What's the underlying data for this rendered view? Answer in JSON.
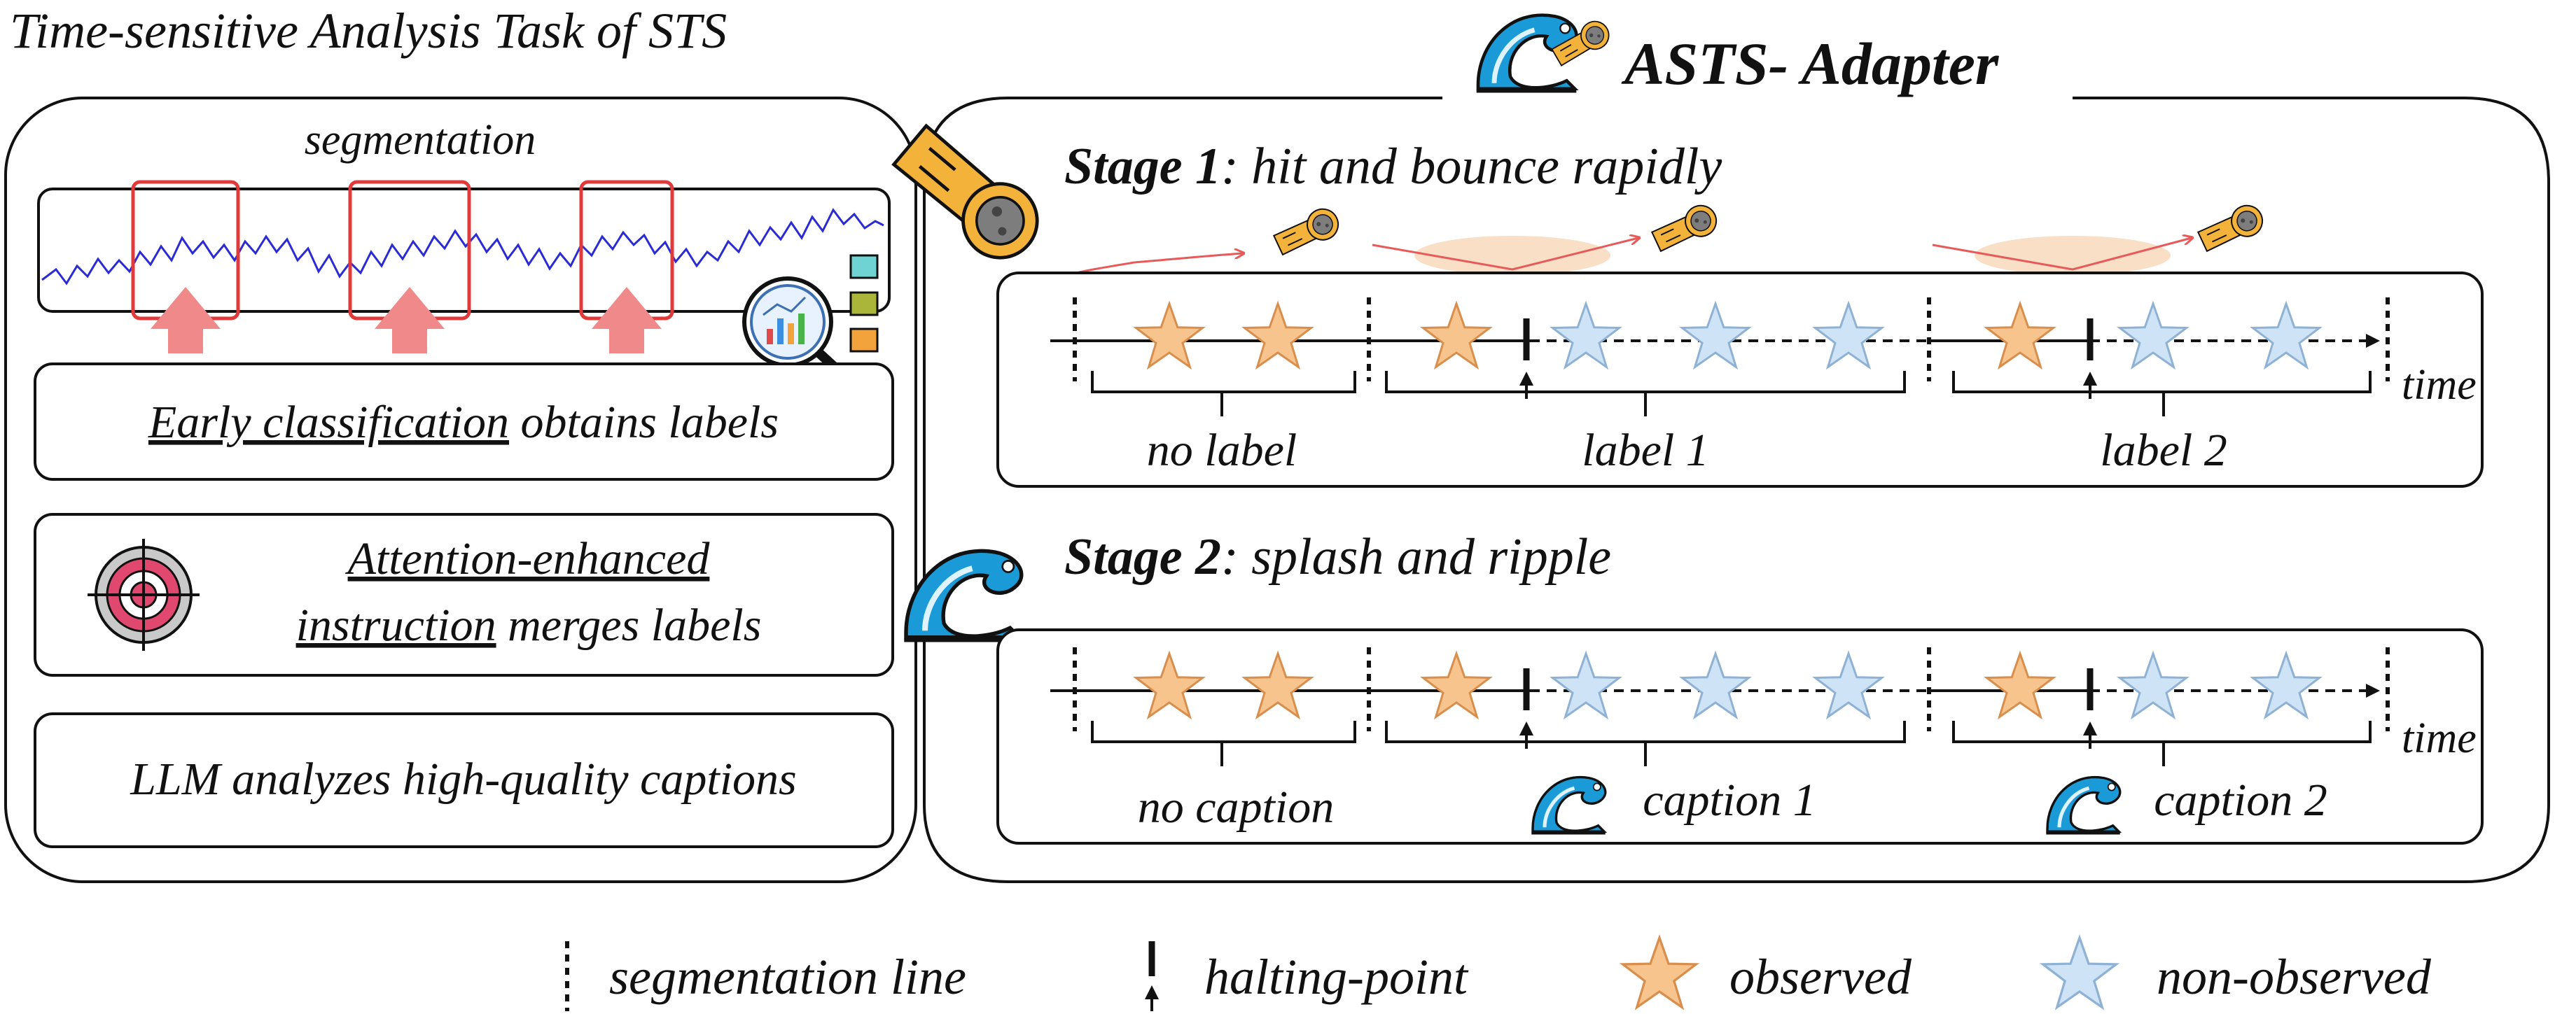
{
  "left_panel": {
    "title": "Time-sensitive Analysis Task of STS",
    "segmentation_label": "segmentation",
    "step1": {
      "underlined": "Early classification",
      "rest": " obtains labels"
    },
    "step2": {
      "underlined_line1": "Attention-enhanced",
      "underlined_line2": "instruction",
      "rest": " merges labels"
    },
    "step3": {
      "text": "LLM analyzes high-quality captions"
    }
  },
  "right_panel": {
    "title": "ASTS- Adapter",
    "stage1": {
      "bold": "Stage 1",
      "rest": ": hit and bounce rapidly",
      "labels": [
        "no label",
        "label 1",
        "label 2"
      ],
      "axis_label": "time"
    },
    "stage2": {
      "bold": "Stage 2",
      "rest": ": splash and ripple",
      "labels": [
        "no caption",
        "caption 1",
        "caption 2"
      ],
      "axis_label": "time"
    }
  },
  "legend": {
    "segmentation_line": "segmentation line",
    "halting_point": "halting-point",
    "observed": "observed",
    "non_observed": "non-observed"
  },
  "colors": {
    "observed_star": "#f7c48e",
    "non_observed_star": "#cfe3f6",
    "segment_box": "#e03a3a",
    "series_line": "#2a2ad6",
    "up_arrow": "#f08a8a",
    "trajectory": "#e85a5a"
  },
  "icons": [
    "meteor-icon",
    "wave-icon",
    "target-icon",
    "magnifier-chart-icon"
  ]
}
